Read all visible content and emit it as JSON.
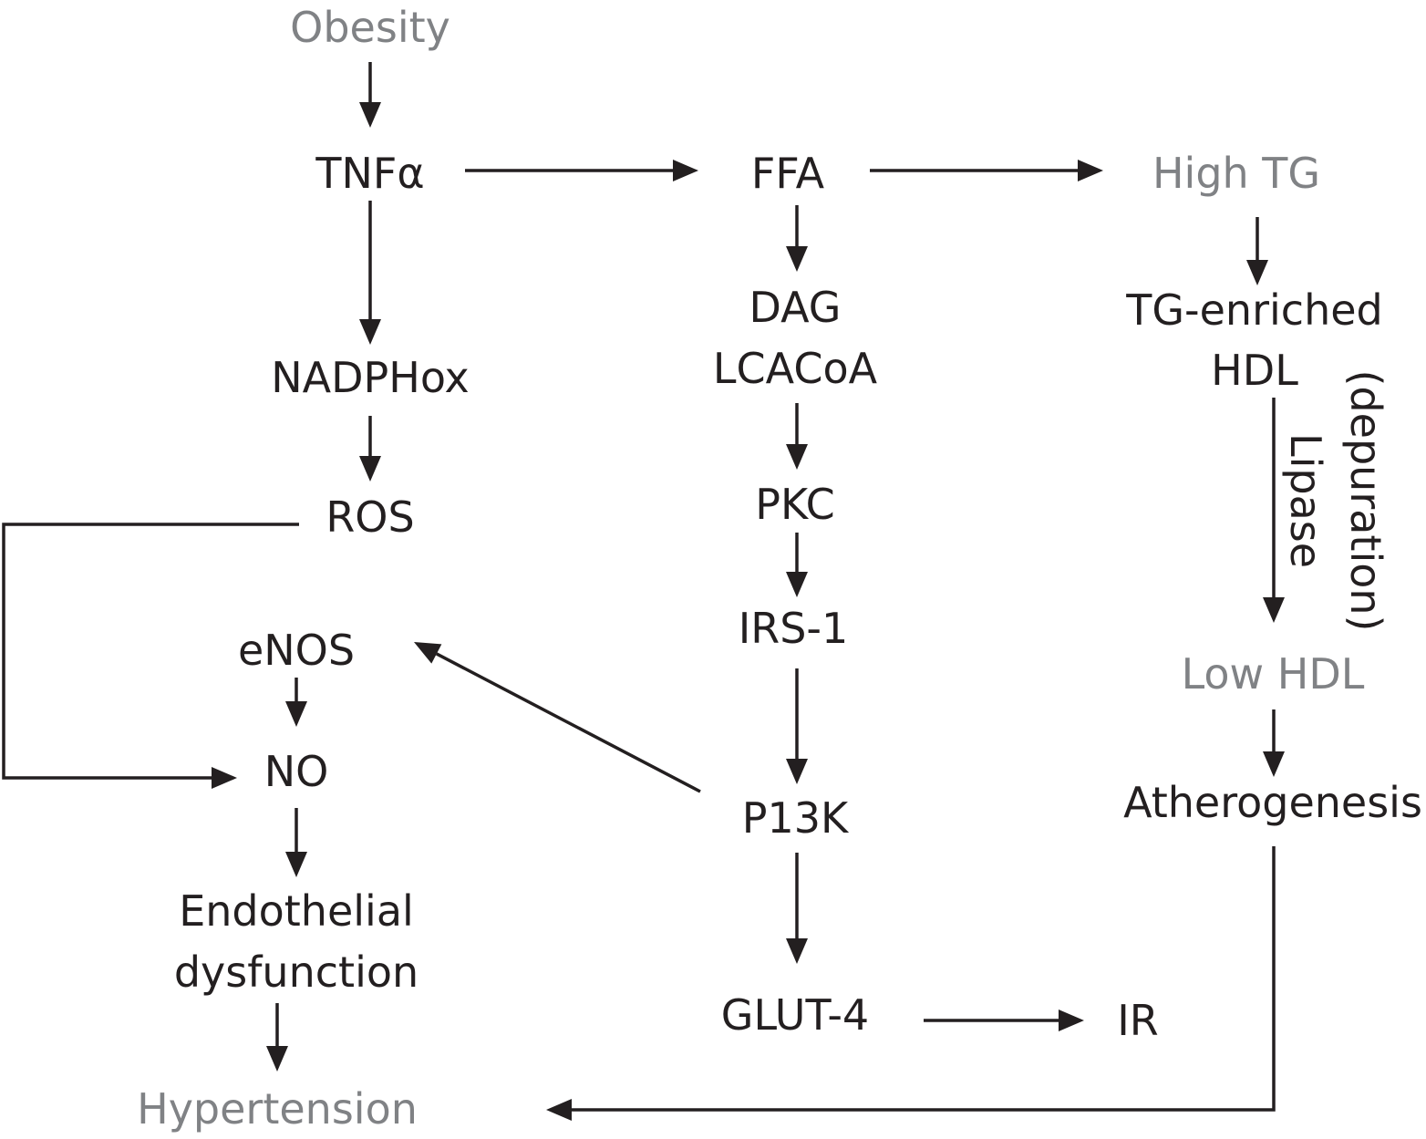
{
  "nodes": {
    "obesity": "Obesity",
    "tnfa": "TNFα",
    "ffa": "FFA",
    "high_tg": "High TG",
    "nadphox": "NADPHox",
    "ros": "ROS",
    "dag": "DAG",
    "lcacoa": "LCACoA",
    "pkc": "PKC",
    "irs1": "IRS-1",
    "p13k": "P13K",
    "glut4": "GLUT-4",
    "ir": "IR",
    "tg_enriched": "TG-enriched",
    "hdl": "HDL",
    "low_hdl": "Low HDL",
    "atherogenesis": "Atherogenesis",
    "enos": "eNOS",
    "no": "NO",
    "endothelial": "Endothelial",
    "dysfunction": "dysfunction",
    "hypertension": "Hypertension"
  },
  "edge_labels": {
    "lipase": "Lipase",
    "depuration": "(depuration)"
  },
  "colors": {
    "ink": "#231f20",
    "outcome_gray": "#808285"
  }
}
